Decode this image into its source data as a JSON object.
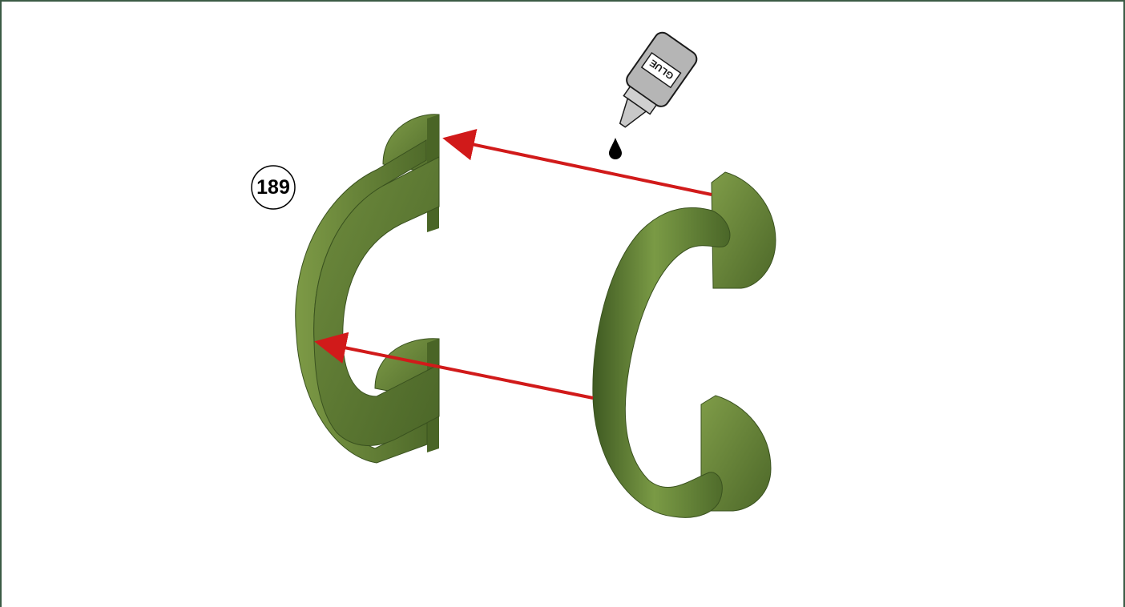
{
  "step": {
    "number": "189"
  },
  "glue_bottle": {
    "label": "GLUE",
    "icon": "glue-bottle-icon"
  },
  "parts": {
    "flat_half": "flat-handle-half",
    "round_half": "round-handle-half"
  },
  "colors": {
    "frame": "#3b5b45",
    "part_green": "#5d7a34",
    "part_dark": "#3f5a22",
    "arrow": "#d11a1a"
  }
}
